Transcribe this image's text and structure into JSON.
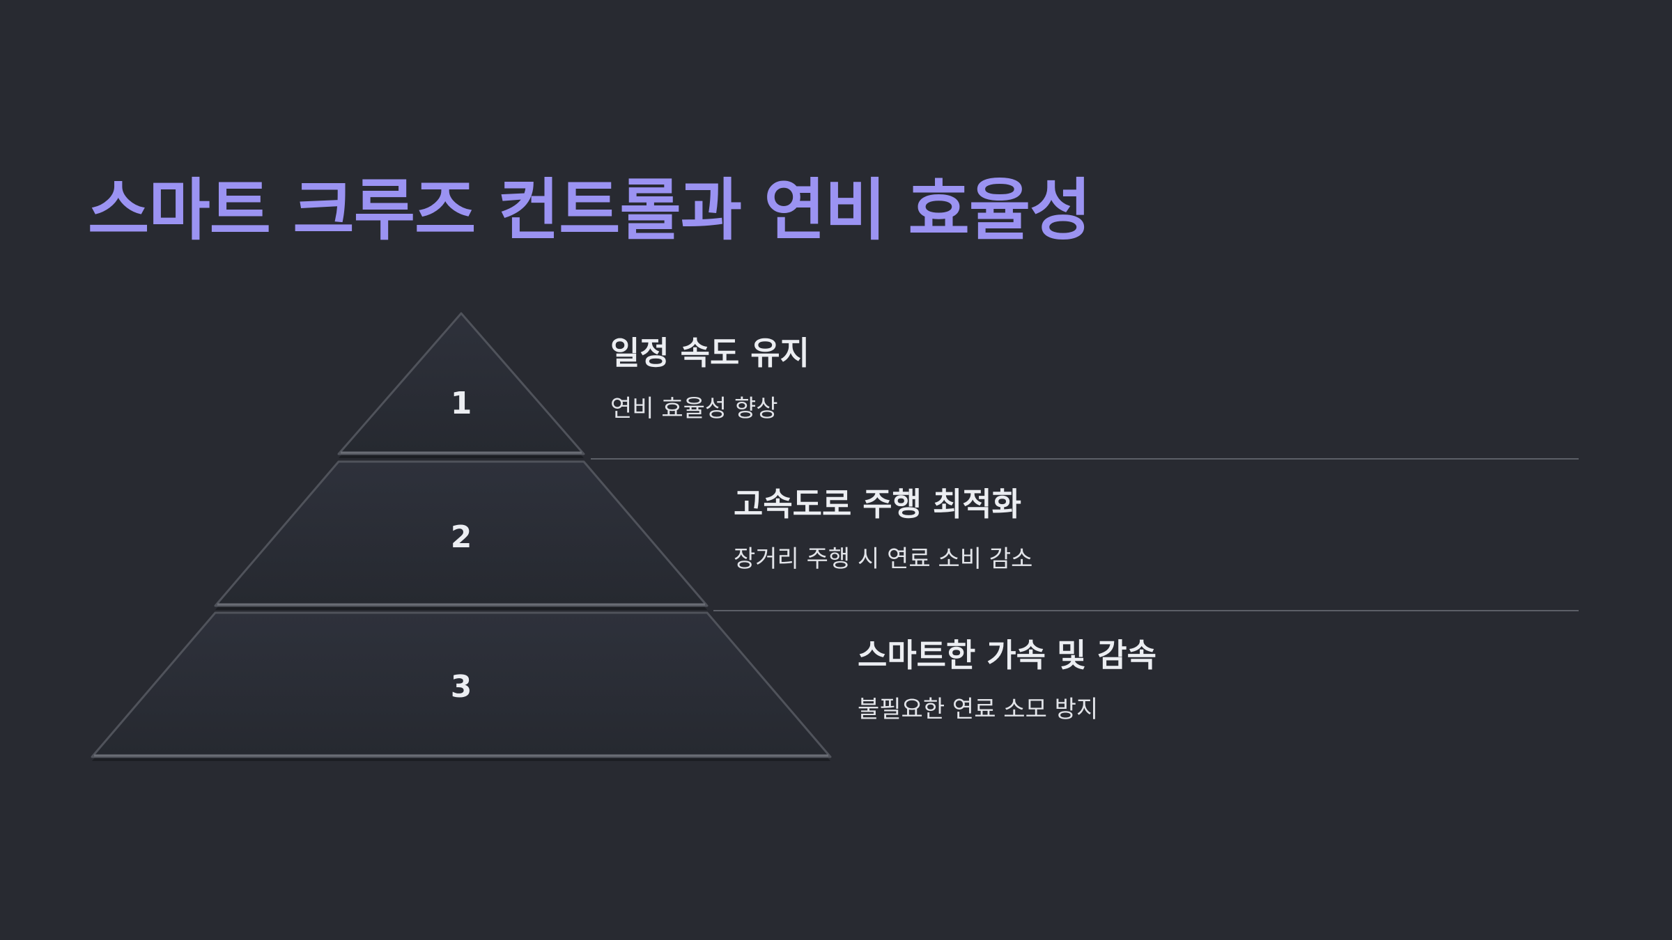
{
  "title": "스마트 크루즈 컨트롤과 연비 효율성",
  "colors": {
    "background": "#282a31",
    "title": "#9b93f2",
    "tier_fill": "#2b2e38",
    "tier_edge": "#50535b",
    "text": "#eceef2"
  },
  "levels": [
    {
      "number": "1",
      "heading": "일정 속도 유지",
      "description": "연비 효율성 향상"
    },
    {
      "number": "2",
      "heading": "고속도로 주행 최적화",
      "description": "장거리 주행 시 연료 소비 감소"
    },
    {
      "number": "3",
      "heading": "스마트한 가속 및 감속",
      "description": "불필요한 연료 소모 방지"
    }
  ]
}
